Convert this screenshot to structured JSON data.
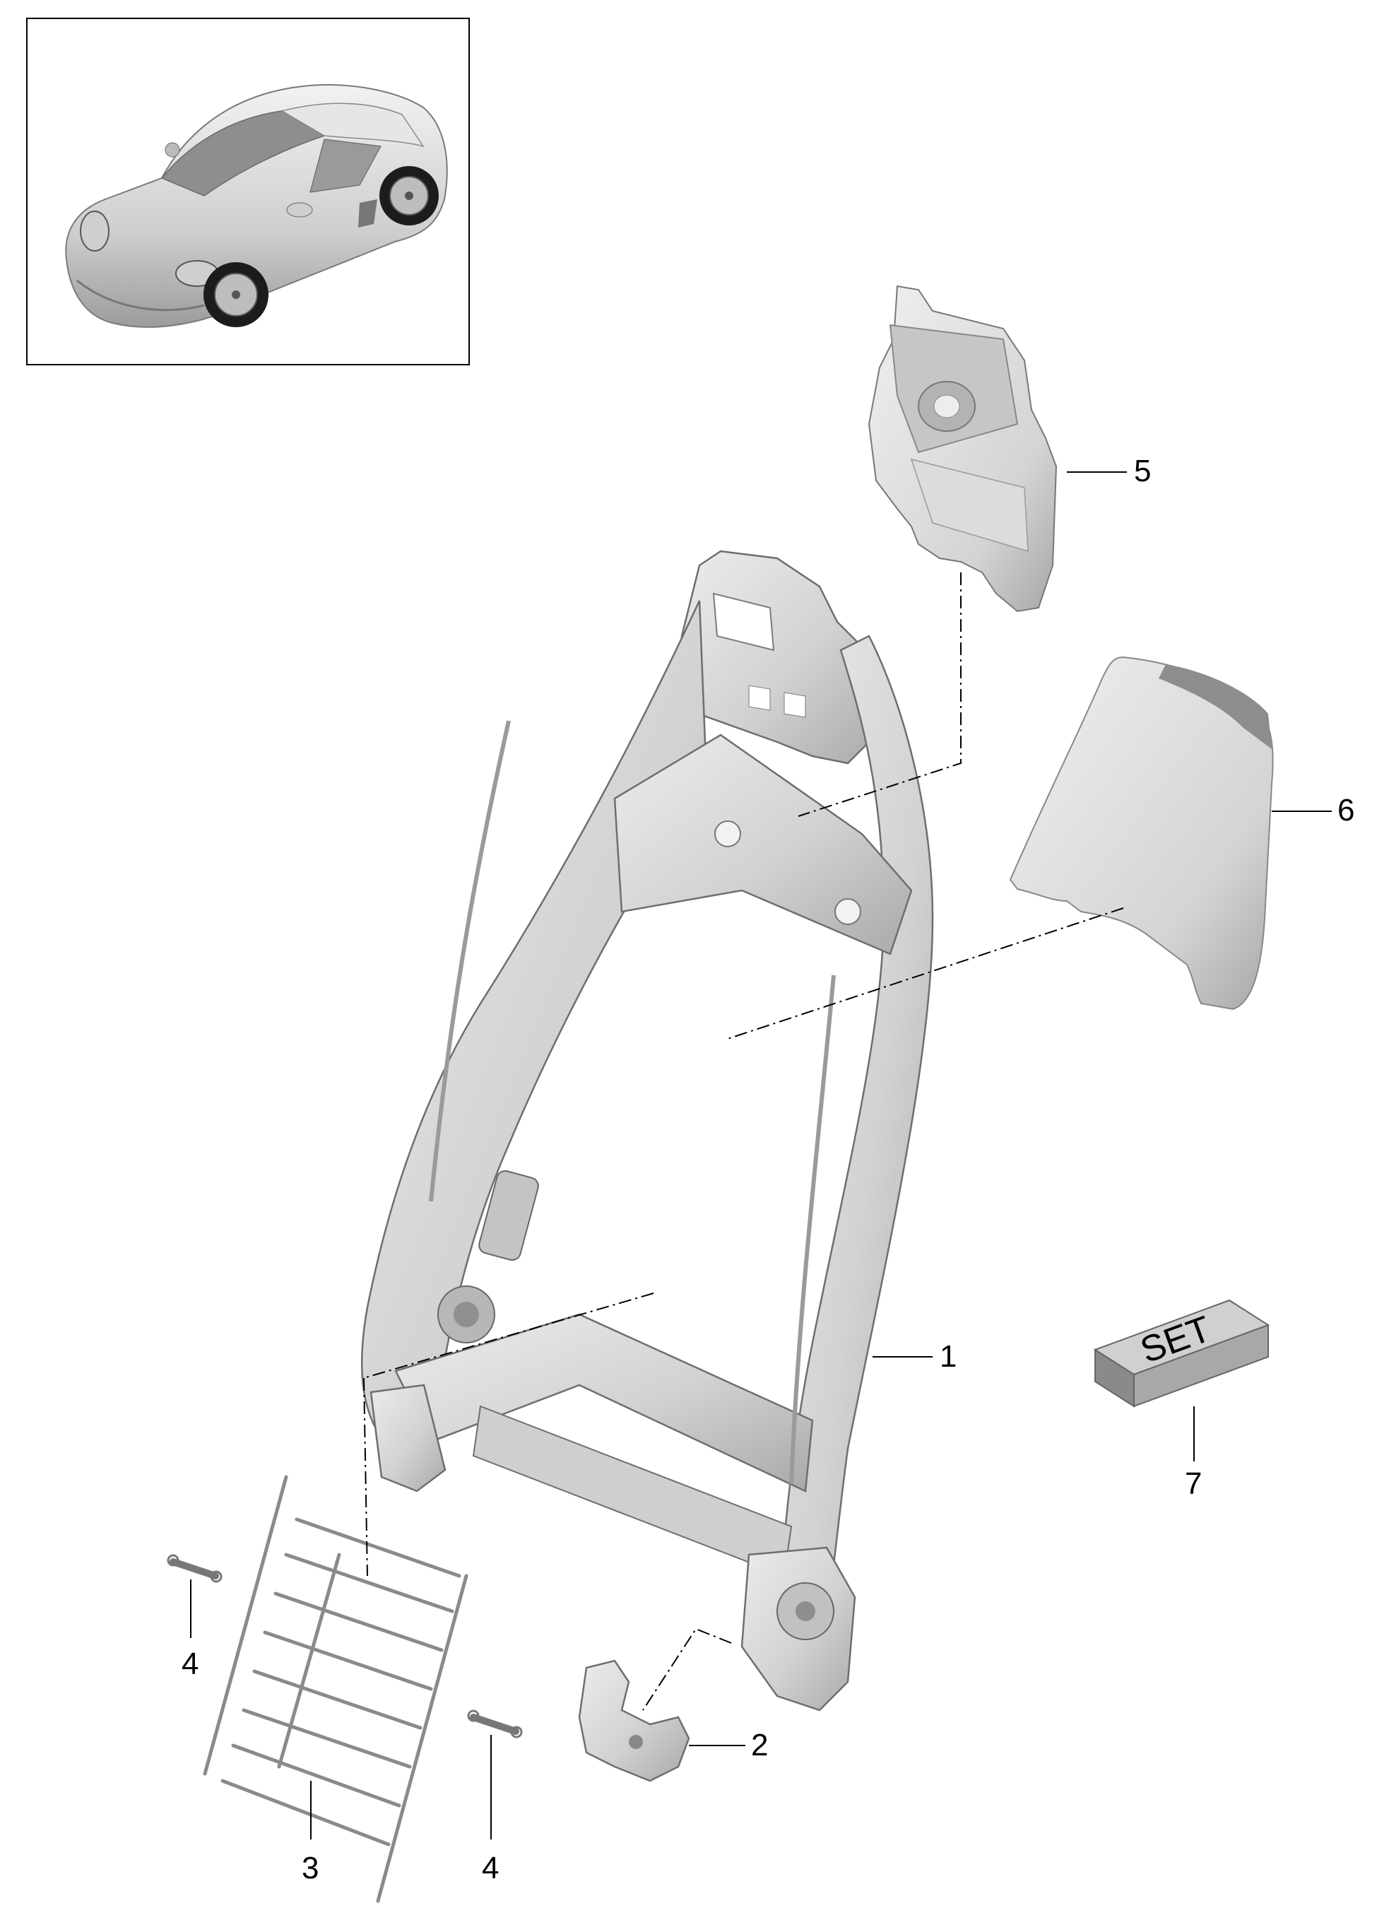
{
  "inset": {
    "subject": "vehicle-overview-car"
  },
  "callouts": [
    {
      "id": "1",
      "label": "1",
      "part": "seat-backrest-frame"
    },
    {
      "id": "2",
      "label": "2",
      "part": "bracket"
    },
    {
      "id": "3",
      "label": "3",
      "part": "spring-mat"
    },
    {
      "id": "4a",
      "label": "4",
      "part": "tension-spring"
    },
    {
      "id": "4b",
      "label": "4",
      "part": "tension-spring"
    },
    {
      "id": "5",
      "label": "5",
      "part": "backrest-shell"
    },
    {
      "id": "6",
      "label": "6",
      "part": "backrest-pad"
    },
    {
      "id": "7",
      "label": "7",
      "part": "set-box"
    }
  ],
  "set_box": {
    "text": "SET"
  },
  "colors": {
    "part_fill": "#d9d9d9",
    "part_shade": "#b5b5b5",
    "part_stroke": "#6e6e6e",
    "line": "#000000",
    "set_top": "#d0d0d0",
    "set_front": "#8a8a8a",
    "set_side": "#a8a8a8"
  }
}
